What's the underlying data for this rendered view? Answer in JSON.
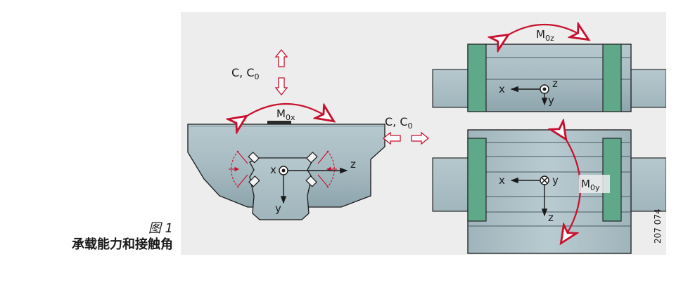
{
  "caption": {
    "figure_number": "图 1",
    "title": "承载能力和接触角"
  },
  "labels": {
    "load": "C, C",
    "load_sub": "0",
    "moment_prefix": "M",
    "mx_sub": "0x",
    "mz_sub": "0z",
    "my_sub": "0y",
    "axis_x": "x",
    "axis_y": "y",
    "axis_z": "z",
    "drawing_number": "207 074"
  },
  "colors": {
    "background": "#ecedec",
    "steel": "#adc0c7",
    "steel_dark": "#8fa6ae",
    "end_cap": "#5fa98a",
    "arrow_red": "#c8102e",
    "line": "#1a1a1a"
  }
}
